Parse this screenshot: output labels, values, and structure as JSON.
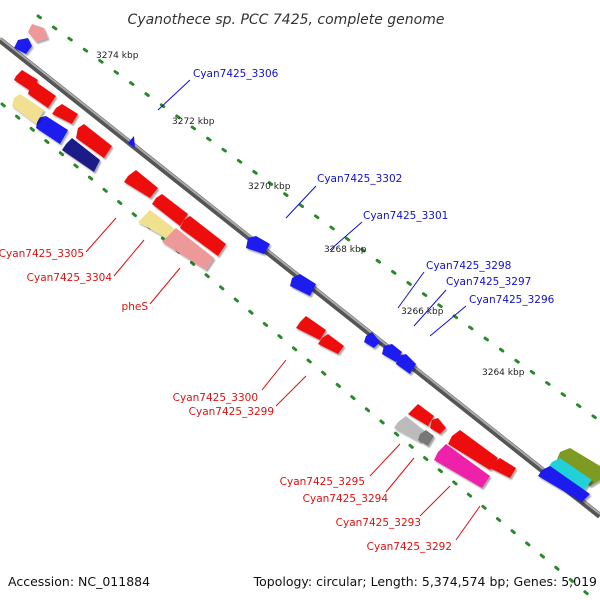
{
  "title": "Cyanothece sp. PCC 7425, complete genome",
  "accession": "Accession: NC_011884",
  "summary": "Topology: circular; Length: 5,374,574 bp; Genes: 5,019",
  "colors": {
    "backbone": "#777777",
    "forward_label": "#1111cc",
    "reverse_label": "#dd1111",
    "tick": "#2a8a2a"
  },
  "ticks": [
    "3274 kbp",
    "3272 kbp",
    "3270 kbp",
    "3268 kbp",
    "3266 kbp",
    "3264 kbp"
  ],
  "forward_labels": [
    "Cyan7425_3306",
    "Cyan7425_3302",
    "Cyan7425_3301",
    "Cyan7425_3298",
    "Cyan7425_3297",
    "Cyan7425_3296"
  ],
  "reverse_labels": [
    "Cyan7425_3305",
    "Cyan7425_3304",
    "pheS",
    "Cyan7425_3300",
    "Cyan7425_3299",
    "Cyan7425_3295",
    "Cyan7425_3294",
    "Cyan7425_3293",
    "Cyan7425_3292"
  ]
}
